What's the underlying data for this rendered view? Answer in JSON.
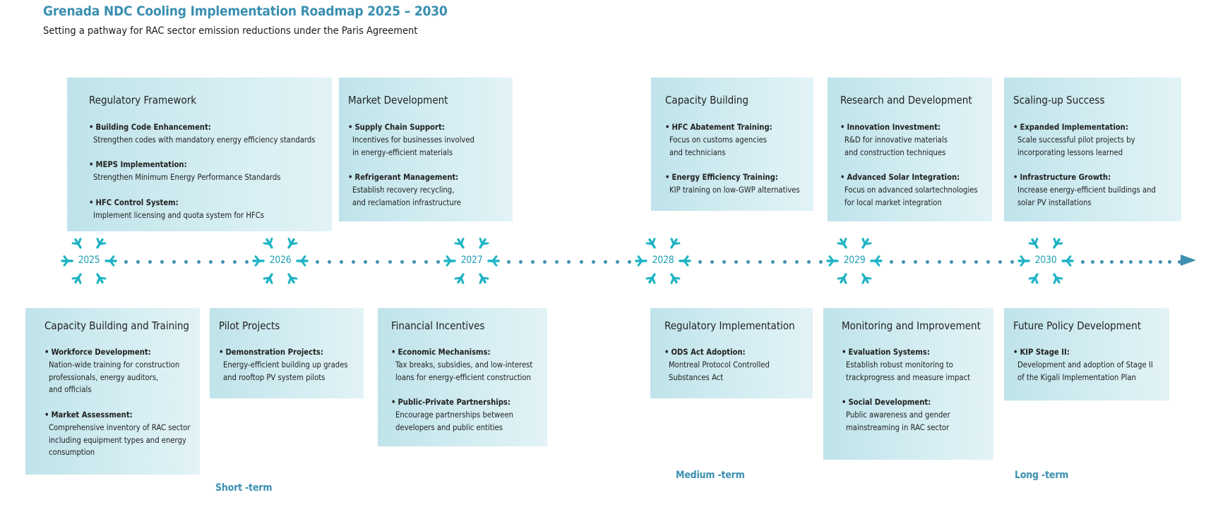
{
  "header": {
    "title": "Grenada NDC Cooling Implementation Roadmap 2025 – 2030",
    "subtitle": "Setting a pathway for RAC sector emission reductions under the Paris Agreement"
  },
  "colors": {
    "accent": "#3a8fb0",
    "snowflake": "#1fb3c4",
    "card_bg_start": "#bfe3ea",
    "card_bg_end": "#e2f3f6"
  },
  "timeline": {
    "years": [
      "2025",
      "2026",
      "2027",
      "2028",
      "2029",
      "2030"
    ],
    "icon": "snowflake-icon",
    "end_marker": "arrow-right-icon"
  },
  "top_cards": [
    {
      "title": "Regulatory Framework",
      "items": [
        {
          "head": "Building Code Enhancement:",
          "text": "Strengthen codes with mandatory energy efficiency standards"
        },
        {
          "head": "MEPS Implementation:",
          "text": "Strengthen Minimum Energy Performance Standards"
        },
        {
          "head": "HFC Control System:",
          "text": "Implement licensing and quota system for HFCs"
        }
      ]
    },
    {
      "title": "Market Development",
      "items": [
        {
          "head": "Supply Chain Support:",
          "text": "Incentives for businesses involved\nin energy-efficient materials"
        },
        {
          "head": "Refrigerant Management:",
          "text": "Establish recovery recycling,\nand reclamation infrastructure"
        }
      ]
    },
    {
      "title": "Capacity Building",
      "items": [
        {
          "head": "HFC Abatement Training:",
          "text": "Focus on customs agencies\nand technicians"
        },
        {
          "head": "Energy Efficiency Training:",
          "text": "KIP training on low-GWP alternatives"
        }
      ]
    },
    {
      "title": "Research and Development",
      "items": [
        {
          "head": "Innovation Investment:",
          "text": "R&D for innovative materials\nand construction techniques"
        },
        {
          "head": "Advanced Solar Integration:",
          "text": "Focus on advanced solartechnologies\nfor local market integration"
        }
      ]
    },
    {
      "title": "Scaling-up Success",
      "items": [
        {
          "head": "Expanded Implementation:",
          "text": "Scale successful pilot projects by\nincorporating lessons learned"
        },
        {
          "head": "Infrastructure Growth:",
          "text": "Increase energy-efficient buildings and\nsolar PV installations"
        }
      ]
    }
  ],
  "bottom_cards": [
    {
      "title": "Capacity Building and Training",
      "items": [
        {
          "head": "Workforce Development:",
          "text": "Nation-wide training for construction\nprofessionals, energy auditors,\nand officials"
        },
        {
          "head": "Market Assessment:",
          "text": "Comprehensive inventory of RAC sector\nincluding equipment types and energy\nconsumption"
        }
      ]
    },
    {
      "title": "Pilot Projects",
      "items": [
        {
          "head": "Demonstration Projects:",
          "text": "Energy-efficient building up grades\nand rooftop PV system pilots"
        }
      ]
    },
    {
      "title": "Financial Incentives",
      "items": [
        {
          "head": "Economic Mechanisms:",
          "text": "Tax breaks, subsidies, and low-interest\nloans for energy-efficient construction"
        },
        {
          "head": "Public-Private Partnerships:",
          "text": "Encourage partnerships between\ndevelopers and public entities"
        }
      ]
    },
    {
      "title": "Regulatory Implementation",
      "items": [
        {
          "head": "ODS Act Adoption:",
          "text": "Montreal Protocol Controlled\nSubstances Act"
        }
      ]
    },
    {
      "title": "Monitoring and Improvement",
      "items": [
        {
          "head": "Evaluation Systems:",
          "text": "Establish robust monitoring to\ntrackprogress and measure impact"
        },
        {
          "head": "Social Development:",
          "text": "Public awareness and gender\nmainstreaming in RAC sector"
        }
      ]
    },
    {
      "title": "Future Policy Development",
      "items": [
        {
          "head": "KIP Stage II:",
          "text": "Development and adoption of Stage II\nof the Kigali Implementation Plan"
        }
      ]
    }
  ],
  "terms": {
    "short": "Short -term",
    "medium": "Medium -term",
    "long": "Long -term"
  }
}
